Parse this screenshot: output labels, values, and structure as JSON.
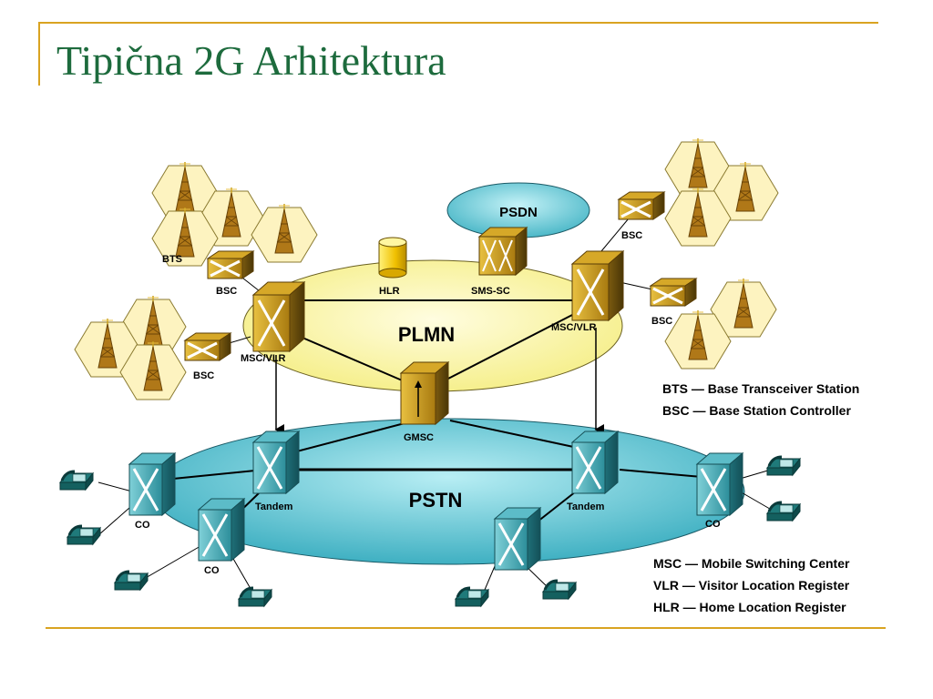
{
  "title": "Tipična 2G Arhitektura",
  "clouds": {
    "psdn": "PSDN",
    "plmn": "PLMN",
    "pstn": "PSTN"
  },
  "labels": {
    "bts": "BTS",
    "bsc": "BSC",
    "hlr": "HLR",
    "sms_sc": "SMS-SC",
    "msc_vlr": "MSC/VLR",
    "gmsc": "GMSC",
    "tandem": "Tandem",
    "co": "CO"
  },
  "legend_top": [
    "BTS — Base Transceiver Station",
    "BSC — Base Station Controller"
  ],
  "legend_bottom": [
    "MSC — Mobile Switching Center",
    "VLR — Visitor Location Register",
    "HLR — Home Location Register"
  ],
  "colors": {
    "title": "#1d6b3d",
    "rule": "#d9a321",
    "plmn_fill": "#fbf7a8",
    "pstn_fill": "#6cc8d6",
    "psdn_fill": "#6cc8d6",
    "cell_fill": "#fdf3c0",
    "gold_box": "#b8860b",
    "teal_box": "#3aa6b0"
  }
}
